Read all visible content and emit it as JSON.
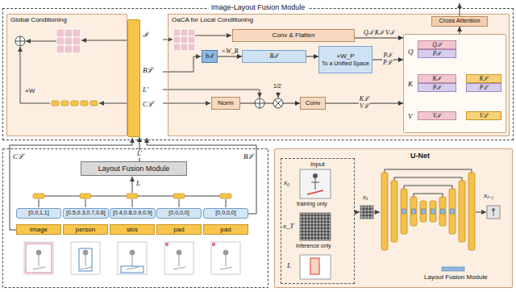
{
  "diagram": {
    "title": "Image-Layout Fusion Module",
    "nodes": [
      {
        "text": [
          "Image-Layout Fusion Module"
        ]
      },
      {
        "text": [
          "Global Conditioning"
        ],
        "in": 0
      },
      {
        "text": [
          "OaCA for Local Conditioning"
        ],
        "in": 0
      },
      {
        "text": [
          "ℐ",
          "Bℒ",
          "L'",
          "Cℒ"
        ],
        "in": 0
      },
      {
        "text": [
          "Conv & Flatten"
        ],
        "in": 2
      },
      {
        "text": [
          "bℐ"
        ],
        "in": 2
      },
      {
        "text": [
          "Bℐ"
        ],
        "in": 2
      },
      {
        "text": [
          "×W_P",
          "To a Unified Space"
        ],
        "in": 2
      },
      {
        "text": [
          "Norm"
        ],
        "in": 2
      },
      {
        "text": [
          "Conv"
        ],
        "in": 2
      },
      {
        "text": [
          "Cross Attention"
        ],
        "in": 2
      },
      {
        "text": [
          "Q",
          "K",
          "V"
        ],
        "in": 2
      },
      {
        "text": [
          "Layout Fusion Module"
        ]
      },
      {
        "text": [
          "[0,0,1,1]"
        ]
      },
      {
        "text": [
          "[0.5,0.3,0.7,0.8]"
        ]
      },
      {
        "text": [
          "[0.4,0.8,0.9,0.9]"
        ]
      },
      {
        "text": [
          "[0,0,0,0]"
        ]
      },
      {
        "text": [
          "[0,0,0,0]"
        ]
      },
      {
        "text": [
          "image"
        ]
      },
      {
        "text": [
          "person"
        ]
      },
      {
        "text": [
          "skis"
        ]
      },
      {
        "text": [
          "pad"
        ]
      },
      {
        "text": [
          "pad"
        ]
      },
      {
        "text": [
          "U-Net"
        ]
      },
      {
        "text": [
          "input"
        ],
        "in": 23
      }
    ],
    "edges": [
      {
        "from": 4,
        "to": 11,
        "label": "Qℐ Kℐ Vℐ",
        "arrow": "to"
      },
      {
        "from": 5,
        "to": 6,
        "label": "×W_B",
        "arrow": "to"
      },
      {
        "from": 6,
        "to": 7,
        "arrow": "to"
      },
      {
        "from": 7,
        "to": 11,
        "label": "Pℐ Pℒ",
        "arrow": "to"
      },
      {
        "from": 8,
        "to": 9,
        "arrow": "to"
      },
      {
        "from": 9,
        "to": 11,
        "label": "Kℒ Vℒ",
        "arrow": "to"
      },
      {
        "from": 11,
        "to": 10,
        "arrow": "to"
      },
      {
        "from": 12,
        "to": 3,
        "label": "L'",
        "arrow": "to"
      }
    ],
    "labels": [
      "Qℐ",
      "Pℐ",
      "Kℐ",
      "Pℐ",
      "Kℒ",
      "Pℒ",
      "Vℐ",
      "Vℒ",
      "1/2",
      "×W",
      "Cℒ",
      "Bℒ",
      "L",
      "x₀",
      "training only",
      "x_T",
      "inference only",
      "L",
      "xₜ",
      "xₜ₋₁",
      "Layout Fusion Module"
    ]
  }
}
